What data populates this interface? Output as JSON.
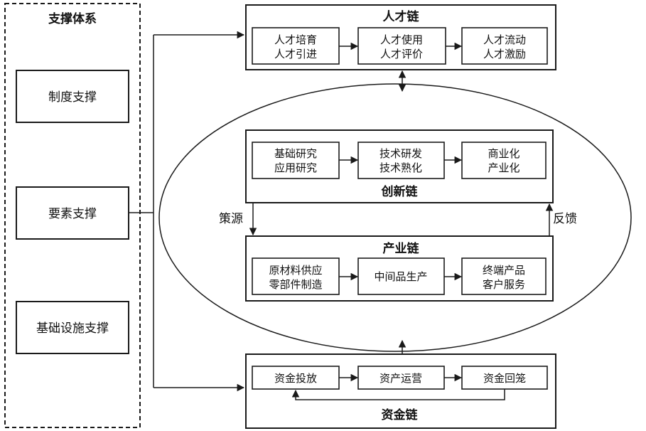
{
  "support": {
    "title": "支撑体系",
    "items": [
      "制度支撑",
      "要素支撑",
      "基础设施支撑"
    ]
  },
  "talent_chain": {
    "title": "人才链",
    "steps": [
      [
        "人才培育",
        "人才引进"
      ],
      [
        "人才使用",
        "人才评价"
      ],
      [
        "人才流动",
        "人才激励"
      ]
    ]
  },
  "innovation_chain": {
    "title": "创新链",
    "steps": [
      [
        "基础研究",
        "应用研究"
      ],
      [
        "技术研发",
        "技术熟化"
      ],
      [
        "商业化",
        "产业化"
      ]
    ]
  },
  "industry_chain": {
    "title": "产业链",
    "steps": [
      [
        "原材料供应",
        "零部件制造"
      ],
      [
        "中间品生产"
      ],
      [
        "终端产品",
        "客户服务"
      ]
    ]
  },
  "capital_chain": {
    "title": "资金链",
    "steps": [
      [
        "资金投放"
      ],
      [
        "资产运营"
      ],
      [
        "资金回笼"
      ]
    ]
  },
  "labels": {
    "source": "策源",
    "feedback": "反馈"
  }
}
